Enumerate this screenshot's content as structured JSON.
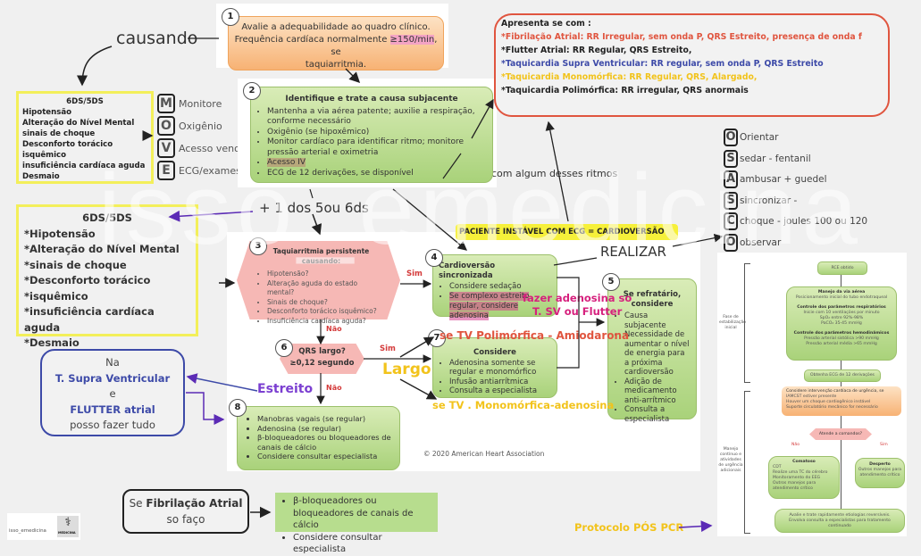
{
  "watermark": "isso_emedicina",
  "labels": {
    "causando": "causando",
    "com": "com",
    "com_algum": "com algum desses ritmos",
    "mais_um": "+ 1 dos 5ou 6ds",
    "realizar": "REALIZAR",
    "estreito": "Estreito",
    "largo": "Largo",
    "fazer_adenosina_1": "fazer adenosina so",
    "fazer_adenosina_2": "T. SV ou Flutter",
    "tv_polimorfica": "se TV Polimórfica - Amiodarona",
    "tv_monomorfica": "se TV . Monomórfica-adenosina",
    "protocolo": "Protocolo PÓS PCR",
    "sim": "Sim",
    "nao": "Não"
  },
  "box_6ds_small": {
    "title": "6DS/5DS",
    "items": [
      "Hipotensão",
      "Alteração do Nível Mental",
      "sinais de choque",
      "Desconforto torácico isquêmico",
      "insuficiência cardíaca aguda",
      "Desmaio"
    ]
  },
  "move": [
    {
      "letter": "M",
      "text": "Monitore"
    },
    {
      "letter": "O",
      "text": "Oxigênio"
    },
    {
      "letter": "V",
      "text": "Acesso venoso"
    },
    {
      "letter": "E",
      "text": "ECG/exames"
    }
  ],
  "box_6ds_large": {
    "title": "6DS/5DS",
    "items": [
      "*Hipotensão",
      "*Alteração do Nível Mental",
      "*sinais de choque",
      "*Desconforto torácico",
      "*isquêmico",
      "*insuficiência cardíaca aguda",
      "*Desmaio"
    ]
  },
  "step1": {
    "num": "1",
    "line1": "Avalie a adequabilidade ao quadro clínico.",
    "line2a": "Frequência cardíaca normalmente ",
    "line2b": "≥150/min",
    "line2c": ", se",
    "line3": "taquiarritmia."
  },
  "step2": {
    "num": "2",
    "title": "Identifique e trate a causa subjacente",
    "items": [
      "Mantenha a via aérea patente; auxilie a respiração, conforme necessário",
      "Oxigênio (se hipoxêmico)",
      "Monitor cardíaco para identificar ritmo; monitore pressão arterial e oximetria",
      "Acesso IV",
      "ECG de 12 derivações, se disponível"
    ]
  },
  "rhythms": {
    "heading": "Apresenta se com :",
    "items": [
      {
        "text": "*Fibrilação Atrial:  RR Irregular, sem onda P, QRS Estreito, presença de onda f",
        "color": "#e0553f"
      },
      {
        "text": "*Flutter Atrial: RR Regular,  QRS Estreito,",
        "color": "#222222"
      },
      {
        "text": "*Taquicardia Supra Ventricular: RR regular, sem onda P, QRS Estreito",
        "color": "#3d4aa8"
      },
      {
        "text": "*Taquicardia Monomórfica: RR Regular,  QRS, Alargado,",
        "color": "#f2c31b"
      },
      {
        "text": "*Taquicardia Polimórfica: RR irregular, QRS  anormais",
        "color": "#222222"
      }
    ]
  },
  "osasco": [
    {
      "letter": "O",
      "text": "Orientar"
    },
    {
      "letter": "S",
      "text": "sedar - fentanil"
    },
    {
      "letter": "A",
      "text": "ambusar  + guedel"
    },
    {
      "letter": "S",
      "text": "sincronizar -"
    },
    {
      "letter": "C",
      "text": "choque  - joules 100 ou 120"
    },
    {
      "letter": "O",
      "text": "observar"
    }
  ],
  "banner": "PACIENTE INSTÁVEL COM ECG = CARDIOVERSÃO",
  "step3": {
    "num": "3",
    "title": "Taquiarritmia persistente causando:",
    "items": [
      "Hipotensão?",
      "Alteração aguda do estado mental?",
      "Sinais de choque?",
      "Desconforto torácico isquêmico?",
      "Insuficiência cardíaca aguda?"
    ]
  },
  "step4": {
    "num": "4",
    "title": "Cardioversão sincronizada",
    "items": [
      "Considere sedação",
      "Se complexo estreito regular, considere adenosina"
    ]
  },
  "step5": {
    "num": "5",
    "title": "Se refratário, considere",
    "items": [
      "Causa subjacente",
      "Necessidade de aumentar o nível de energia para a próxima cardioversão",
      "Adição de medicamento anti-arrítmico",
      "Consulta a especialista"
    ]
  },
  "step6": {
    "num": "6",
    "line1": "QRS largo?",
    "line2": "≥0,12 segundo"
  },
  "step7": {
    "num": "7",
    "title": "Considere",
    "items": [
      "Adenosina somente se regular e monomórfico",
      "Infusão antiarrítmica",
      "Consulta a especialista"
    ]
  },
  "step8": {
    "num": "8",
    "items": [
      "Manobras vagais (se regular)",
      "Adenosina (se regular)",
      "β-bloqueadores ou bloqueadores de canais de cálcio",
      "Considere consultar especialista"
    ]
  },
  "copyright": "© 2020 American Heart Association",
  "svt_box": {
    "line1": "Na",
    "line2": "T. Supra Ventricular",
    "line3": "e",
    "line4": "FLUTTER atrial",
    "line5": "posso fazer tudo"
  },
  "fa_box": {
    "line1a": "Se ",
    "line1b": "Fibrilação Atrial",
    "line2": "so faço"
  },
  "fa_green": {
    "items": [
      "β-bloqueadores ou bloqueadores de canais de cálcio",
      "Considere consultar especialista"
    ]
  },
  "logo": {
    "handle": "isso_emedicina",
    "badge": "MEDICINA"
  },
  "pos_pcr": {
    "phase1": "Fase de estabilização inicial",
    "phase2": "Manejo contínuo e atividades de urgência adicionais",
    "s1": "RCE obtido",
    "s2_t1": "Manejo da via aérea",
    "s2_l1": "Posicionamento inicial do tubo endotraqueal",
    "s2_t2": "Controle dos parâmetros respiratórios",
    "s2_l2": "Inicie com 10 ventilações por minuto",
    "s2_l3": "SpO₂ entre 92%-98%",
    "s2_l4": "PaCO₂ 35-45 mmHg",
    "s2_t3": "Controle dos parâmetros hemodinâmicos",
    "s2_l5": "Pressão arterial sistólica >90 mmHg",
    "s2_l6": "Pressão arterial média >65 mmHg",
    "s3": "Obtenha ECG de 12 derivações",
    "s4_t": "Considere intervenção cardíaca de urgência, se",
    "s4_items": [
      "IAMCST estiver presente",
      "Houver um choque cardiogênico instável",
      "Suporte circulatório mecânico for necessário"
    ],
    "s5": "Atende a comandos?",
    "nao": "Não",
    "sim": "Sim",
    "s6_t": "Comatoso",
    "s6_items": [
      "CDT",
      "Realize uma TC do cérebro",
      "Monitoramento do EEG",
      "Outros manejos para atendimento crítico"
    ],
    "s7_t": "Desperto",
    "s7_l": "Outros manejos para atendimento crítico",
    "s8": "Avalie e trate rapidamente etiologias reversíveis. Envolva consulta a especialistas para tratamento continuado"
  }
}
